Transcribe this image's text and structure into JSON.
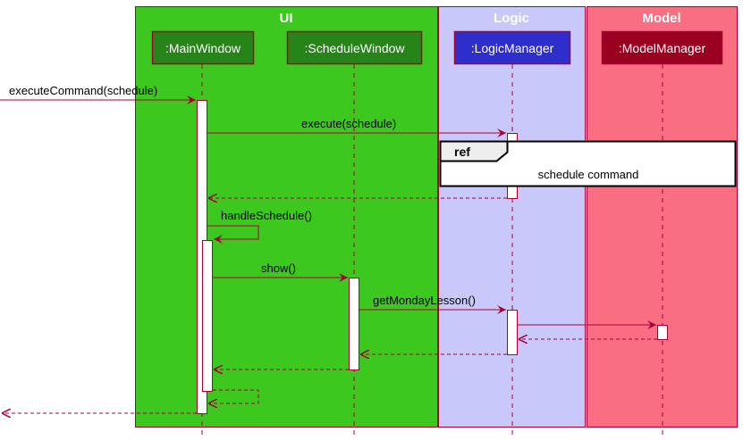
{
  "colors": {
    "ui_group": "#3cc81e",
    "logic_group": "#c8c8fa",
    "model_group": "#fa6e82",
    "group_border": "#a80036",
    "arrow": "#a80036",
    "main_window_fill": "#268419",
    "logic_manager_fill": "#2e2ecc",
    "model_manager_fill": "#9a0020"
  },
  "groups": [
    {
      "id": "ui",
      "title": "UI"
    },
    {
      "id": "logic",
      "title": "Logic"
    },
    {
      "id": "model",
      "title": "Model"
    }
  ],
  "participants": [
    {
      "id": "main_window",
      "label": ":MainWindow"
    },
    {
      "id": "schedule_window",
      "label": ":ScheduleWindow"
    },
    {
      "id": "logic_manager",
      "label": ":LogicManager"
    },
    {
      "id": "model_manager",
      "label": ":ModelManager"
    }
  ],
  "messages": [
    {
      "id": "execute_command",
      "label": "executeCommand(schedule)",
      "from": "external",
      "to": "main_window",
      "kind": "call"
    },
    {
      "id": "execute",
      "label": "execute(schedule)",
      "from": "main_window",
      "to": "logic_manager",
      "kind": "call"
    },
    {
      "id": "return_execute",
      "label": "",
      "from": "logic_manager",
      "to": "main_window",
      "kind": "return"
    },
    {
      "id": "handle_schedule",
      "label": "handleSchedule()",
      "from": "main_window",
      "to": "main_window",
      "kind": "self"
    },
    {
      "id": "show",
      "label": "show()",
      "from": "main_window",
      "to": "schedule_window",
      "kind": "call"
    },
    {
      "id": "get_monday_lesson",
      "label": "getMondayLesson()",
      "from": "schedule_window",
      "to": "logic_manager",
      "kind": "call"
    },
    {
      "id": "to_model",
      "label": "",
      "from": "logic_manager",
      "to": "model_manager",
      "kind": "call"
    },
    {
      "id": "return_model",
      "label": "",
      "from": "model_manager",
      "to": "logic_manager",
      "kind": "return"
    },
    {
      "id": "return_logic",
      "label": "",
      "from": "logic_manager",
      "to": "schedule_window",
      "kind": "return"
    },
    {
      "id": "return_show",
      "label": "",
      "from": "schedule_window",
      "to": "main_window",
      "kind": "return"
    },
    {
      "id": "self_return",
      "label": "",
      "from": "main_window",
      "to": "main_window",
      "kind": "self-return"
    },
    {
      "id": "final_return",
      "label": "",
      "from": "main_window",
      "to": "external",
      "kind": "return"
    }
  ],
  "ref": {
    "keyword": "ref",
    "text": "schedule command"
  }
}
